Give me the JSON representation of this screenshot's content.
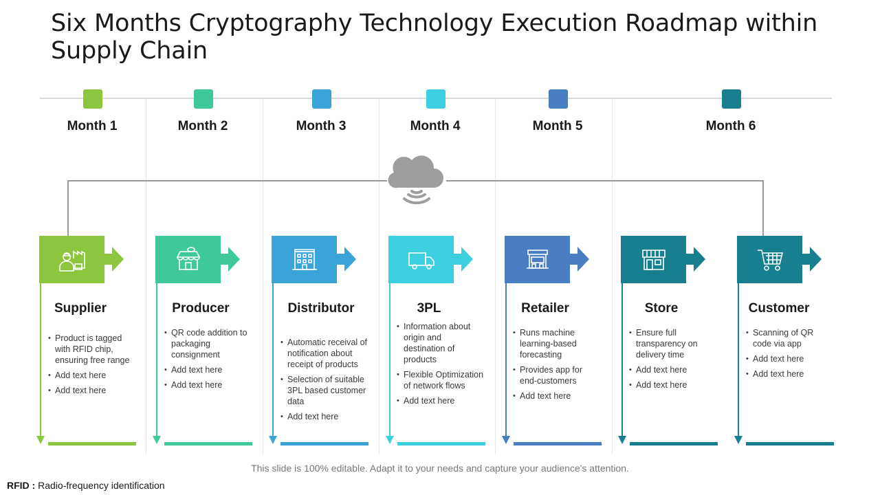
{
  "title": "Six Months Cryptography  Technology Execution Roadmap within Supply Chain",
  "months": [
    {
      "label": "Month 1",
      "color": "#8cc63f"
    },
    {
      "label": "Month 2",
      "color": "#3fc99a"
    },
    {
      "label": "Month 3",
      "color": "#3aa4d8"
    },
    {
      "label": "Month 4",
      "color": "#3ccfe0"
    },
    {
      "label": "Month 5",
      "color": "#4a7ec3"
    },
    {
      "label": "Month 6",
      "color": "#177f8f"
    }
  ],
  "stages": [
    {
      "name": "Supplier",
      "icon": "worker-factory-icon",
      "color": "#8cc63f",
      "bullets": [
        "Product is tagged with RFID chip, ensuring free  range",
        "Add text here",
        "Add text here"
      ]
    },
    {
      "name": "Producer",
      "icon": "farm-shop-icon",
      "color": "#3fc99a",
      "bullets": [
        "QR code addition to packaging consignment",
        "Add text here",
        "Add text here"
      ]
    },
    {
      "name": "Distributor",
      "icon": "building-icon",
      "color": "#3aa4d8",
      "bullets": [
        "Automatic receival of notification about receipt of products",
        "Selection of suitable 3PL based customer data",
        "Add text here"
      ]
    },
    {
      "name": "3PL",
      "icon": "truck-icon",
      "color": "#3ccfe0",
      "bullets": [
        "Information  about origin and destination of products",
        "Flexible Optimization of network flows",
        "Add text here"
      ]
    },
    {
      "name": "Retailer",
      "icon": "shop-counter-icon",
      "color": "#4a7ec3",
      "bullets": [
        "Runs machine learning-based forecasting",
        "Provides app for end-customers",
        "Add text here"
      ]
    },
    {
      "name": "Store",
      "icon": "storefront-icon",
      "color": "#177f8f",
      "bullets": [
        "Ensure full transparency on delivery time",
        "Add text here",
        "Add text here"
      ]
    },
    {
      "name": "Customer",
      "icon": "shopping-cart-icon",
      "color": "#177f8f",
      "bullets": [
        "Scanning of QR code via app",
        "Add text here",
        "Add text here"
      ]
    }
  ],
  "cloud_icon": "cloud-wifi-icon",
  "footer": "This slide is 100% editable. Adapt it to your needs and capture your audience's attention.",
  "footnote": {
    "term": "RFID :",
    "definition": " Radio-frequency identification"
  }
}
